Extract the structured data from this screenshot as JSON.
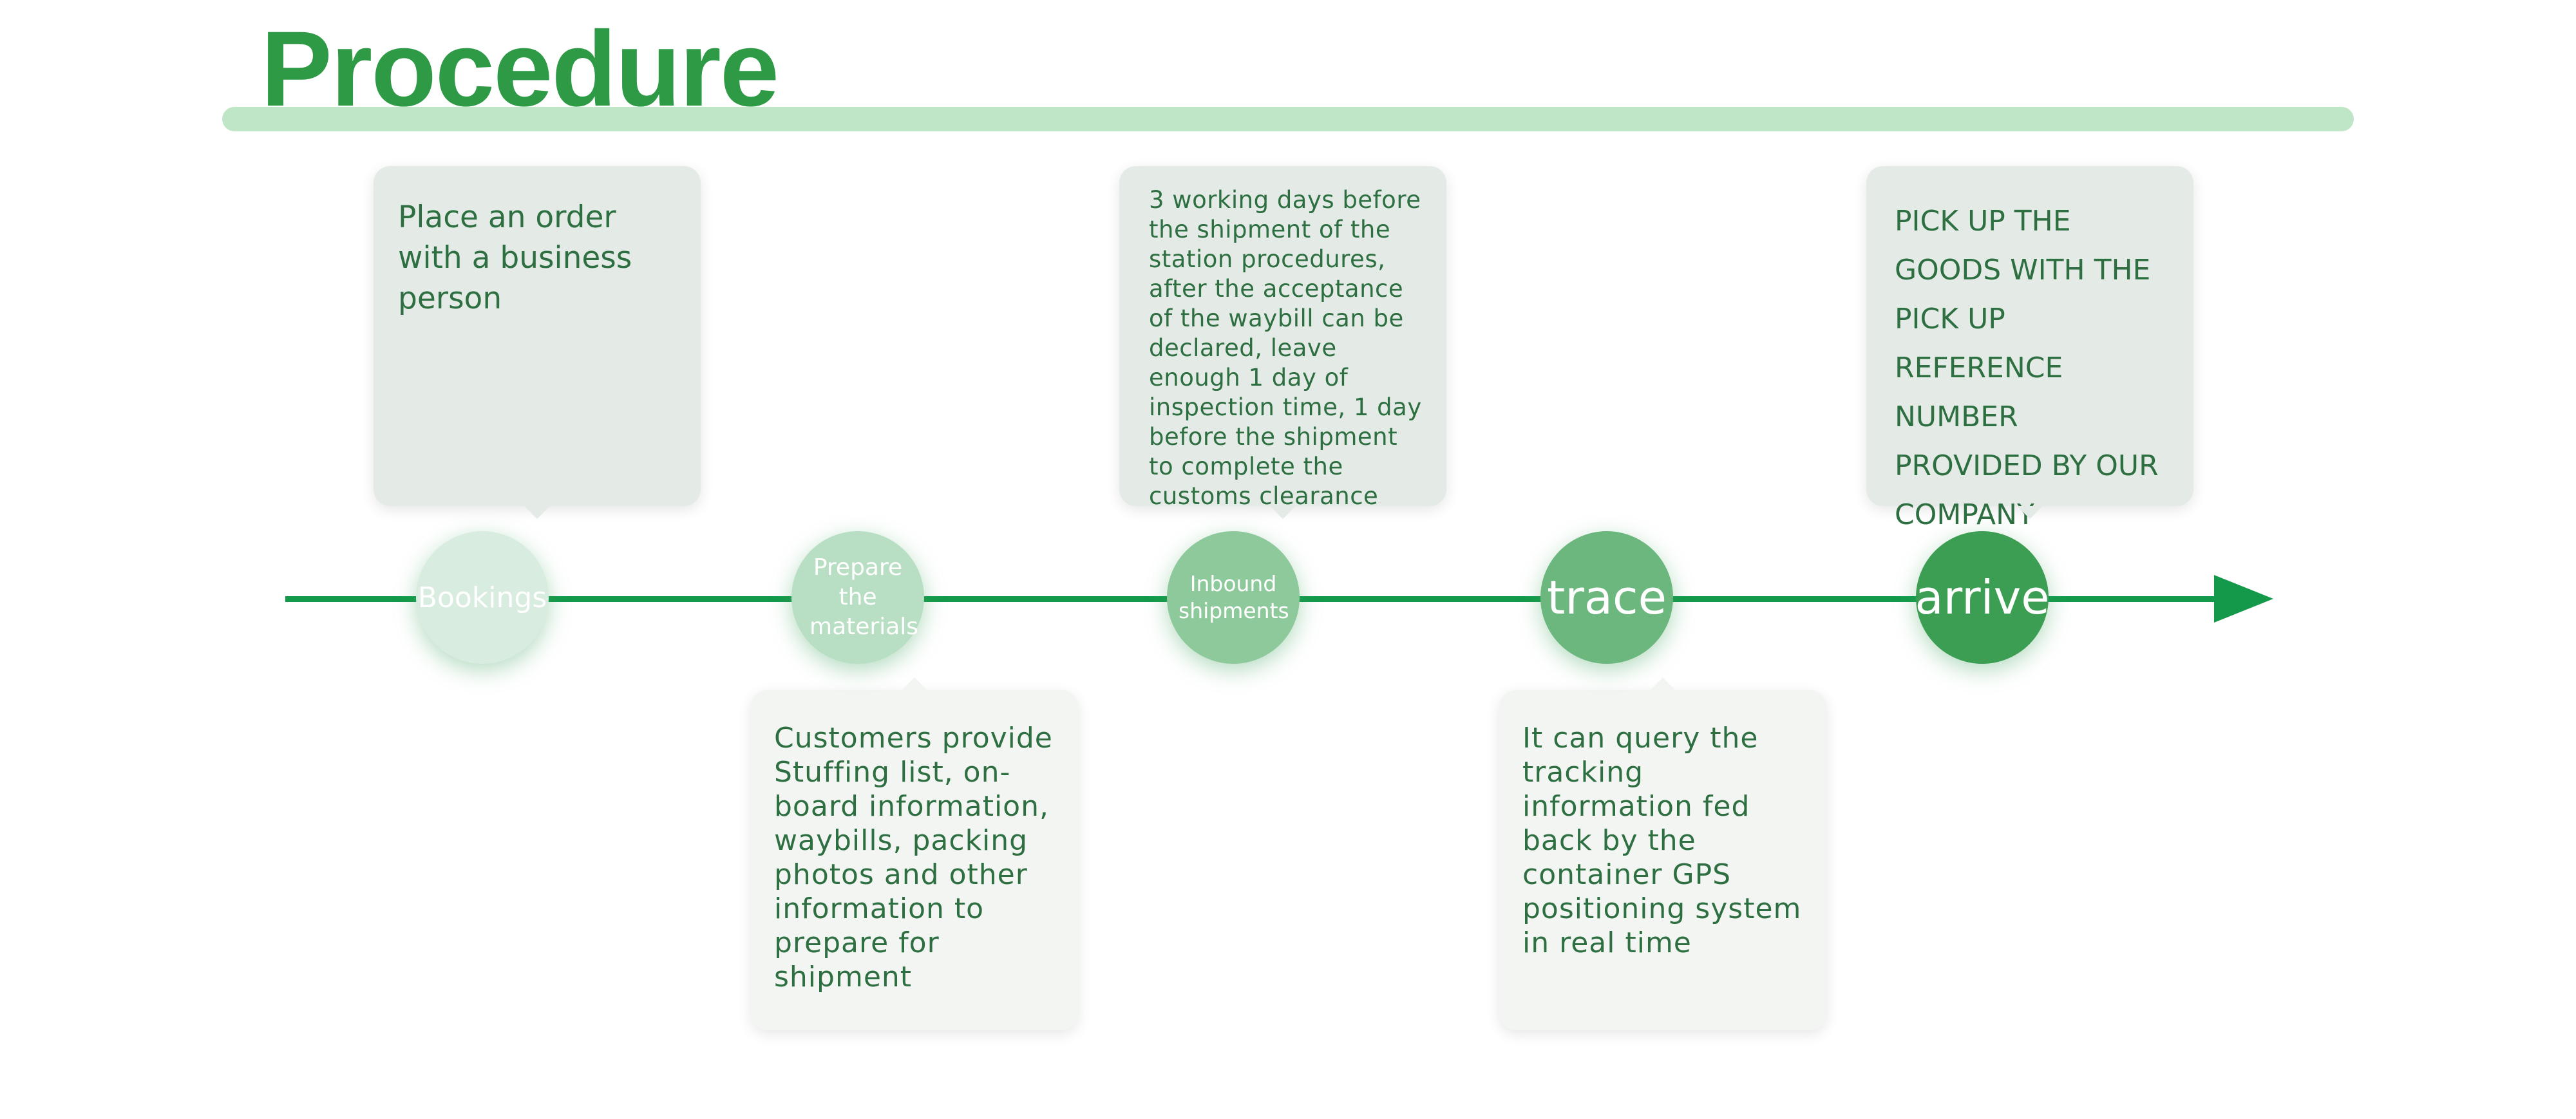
{
  "title": "Procedure",
  "colors": {
    "accent": "#2e9a46",
    "title_bar": "#bfe6c6",
    "timeline": "#14994a",
    "card_text": "#2e6f41",
    "node_colors": [
      "#d8ece0",
      "#b8dfc3",
      "#8ec99b",
      "#6bb77e",
      "#3b9e52"
    ]
  },
  "steps": [
    {
      "label": "Bookings",
      "description": "Place an order with a business person",
      "card_position": "above"
    },
    {
      "label": "Prepare the materials",
      "description": "Customers provide Stuffing list, on-board information, waybills, packing photos and other information to prepare for shipment",
      "card_position": "below"
    },
    {
      "label": "Inbound shipments",
      "description": "3 working days before the shipment of the station procedures, after the acceptance of the waybill can be declared, leave enough 1 day of inspection time, 1 day before the shipment to complete the customs clearance",
      "card_position": "above"
    },
    {
      "label": "trace",
      "description": "It can query the tracking information fed back by the container GPS positioning system in real time",
      "card_position": "below"
    },
    {
      "label": "arrive",
      "description": "PICK UP THE GOODS WITH THE PICK UP REFERENCE NUMBER PROVIDED BY OUR COMPANY",
      "card_position": "above"
    }
  ]
}
